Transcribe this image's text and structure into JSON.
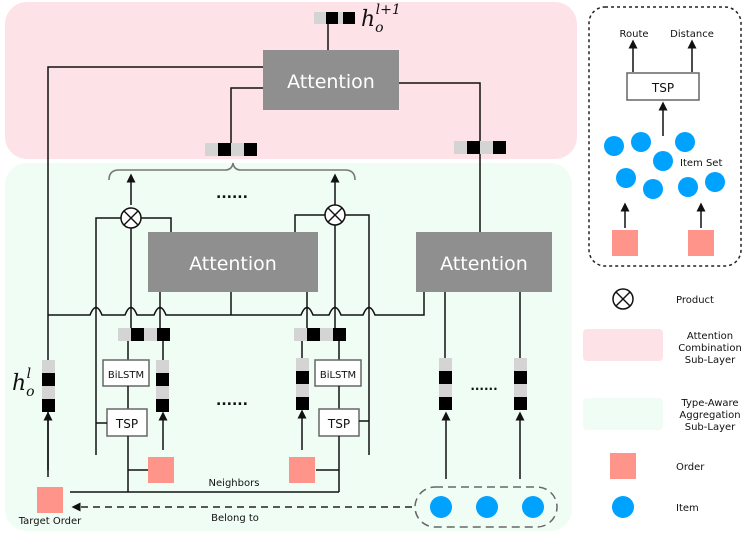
{
  "colors": {
    "attention_layer_bg": "#fde3e8",
    "aggregation_layer_bg": "#f0fdf4",
    "attention_block": "#8f8f8f",
    "order": "#ff948a",
    "item": "#00a2ff",
    "vector_dark": "#000000",
    "vector_light": "#d4d4d4",
    "line": "#111111",
    "dashed": "#555555"
  },
  "main": {
    "top_attention_label": "Attention",
    "left_attention_label": "Attention",
    "right_attention_label": "Attention",
    "output_vector_label": "h",
    "output_vector_sub": "o",
    "output_vector_sup": "l+1",
    "input_vector_label": "h",
    "input_vector_sub": "o",
    "input_vector_sup": "l",
    "bilstm_label": "BiLSTM",
    "tsp_label": "TSP",
    "ellipsis": "......",
    "neighbors_label": "Neighbors",
    "belong_to_label": "Belong to",
    "target_order_label": "Target Order"
  },
  "inset": {
    "route_label": "Route",
    "distance_label": "Distance",
    "tsp_label": "TSP",
    "item_set_label": "Item Set"
  },
  "legend": {
    "items": [
      {
        "key": "product",
        "label_lines": [
          "Product"
        ]
      },
      {
        "key": "attention-layer",
        "label_lines": [
          "Attention",
          "Combination",
          "Sub-Layer"
        ]
      },
      {
        "key": "aggregation-layer",
        "label_lines": [
          "Type-Aware",
          "Aggregation",
          "Sub-Layer"
        ]
      },
      {
        "key": "order",
        "label_lines": [
          "Order"
        ]
      },
      {
        "key": "item",
        "label_lines": [
          "Item"
        ]
      }
    ]
  }
}
